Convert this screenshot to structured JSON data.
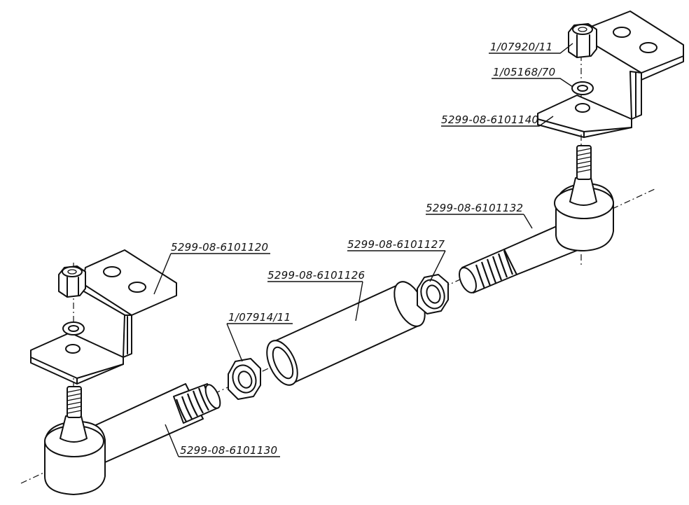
{
  "diagram": {
    "type": "exploded-assembly",
    "labels": {
      "bracket_left": "5299-08-6101120",
      "sleeve": "5299-08-6101126",
      "nut_right": "5299-08-6101127",
      "rod_right": "5299-08-6101132",
      "nut_left": "1/07914/11",
      "rod_left": "5299-08-6101130",
      "top_nut": "1/07920/11",
      "washer": "1/05168/70",
      "bracket_right": "5299-08-6101140"
    }
  }
}
